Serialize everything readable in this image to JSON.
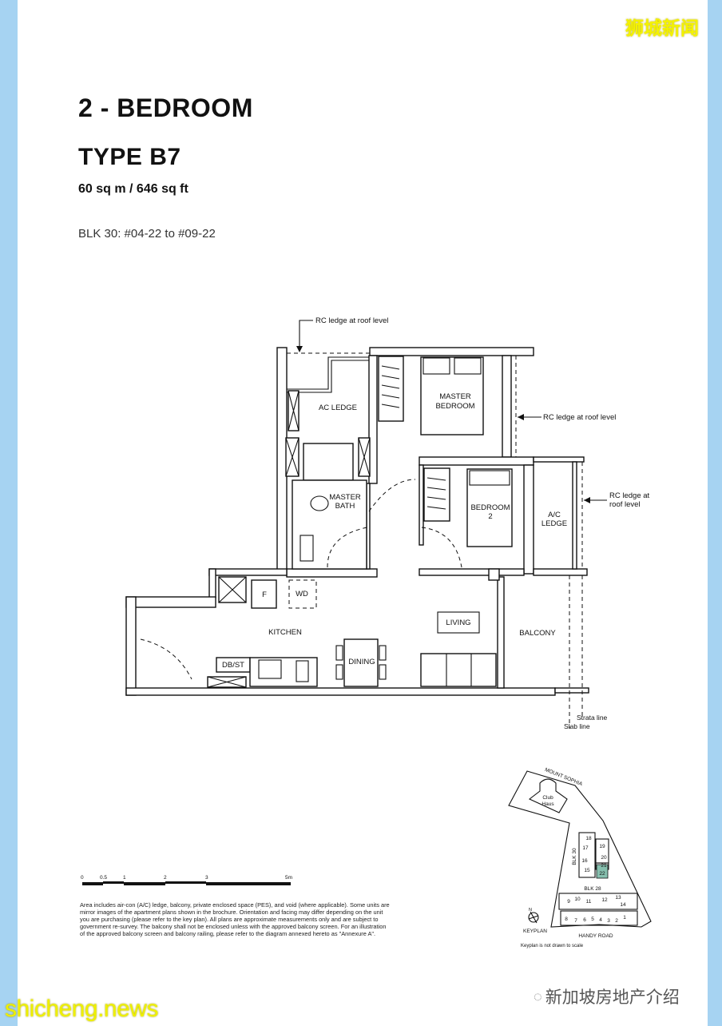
{
  "header": {
    "title": "2 - BEDROOM",
    "type": "TYPE B7",
    "area": "60 sq m / 646 sq ft",
    "units": "BLK 30: #04-22 to #09-22"
  },
  "floorplan": {
    "rooms": {
      "ac_ledge": "AC LEDGE",
      "master_bedroom_1": "MASTER",
      "master_bedroom_2": "BEDROOM",
      "master_bath_1": "MASTER",
      "master_bath_2": "BATH",
      "bedroom2_1": "BEDROOM",
      "bedroom2_2": "2",
      "ac_ledge2_1": "A/C",
      "ac_ledge2_2": "LEDGE",
      "kitchen": "KITCHEN",
      "living": "LIVING",
      "balcony": "BALCONY",
      "dining": "DINING",
      "dbst": "DB/ST",
      "fridge": "F",
      "washer": "WD"
    },
    "annotations": {
      "rc_top": "RC ledge at roof level",
      "rc_right1": "RC ledge at roof level",
      "rc_right2_1": "RC ledge at",
      "rc_right2_2": "roof level",
      "strata": "Strata line",
      "slab": "Slab line"
    }
  },
  "scale_bar": {
    "labels": [
      "0",
      "0.5",
      "1",
      "2",
      "3",
      "5m"
    ]
  },
  "disclaimer": "Area includes air-con (A/C) ledge, balcony, private enclosed space (PES), and void (where applicable). Some units are mirror images of the apartment plans shown in the brochure. Orientation and facing may differ depending on the unit you are purchasing (please refer to the key plan). All plans are approximate measurements only and are subject to government re-survey. The balcony shall not be enclosed unless with the approved balcony screen. For an illustration of the approved balcony screen and balcony railing, please refer to the diagram annexed hereto as \"Annexure A\".",
  "keyplan": {
    "road_top": "MOUNT SOPHIA",
    "road_bottom": "HANDY ROAD",
    "club_1": "Club",
    "club_2": "Haus",
    "blk30": "BLK 30",
    "blk28": "BLK 28",
    "title": "KEYPLAN",
    "north": "N",
    "note": "Keyplan is not drawn to scale",
    "highlighted_unit": "22",
    "highlight_color": "#86bfae",
    "units": [
      "1",
      "2",
      "3",
      "4",
      "5",
      "6",
      "7",
      "8",
      "9",
      "10",
      "11",
      "12",
      "13",
      "14",
      "15",
      "16",
      "17",
      "18",
      "19",
      "20",
      "21",
      "22"
    ]
  },
  "watermarks": {
    "top_right": "狮城新闻",
    "bottom_left": "shicheng.news",
    "bottom_right": "新加坡房地产介绍",
    "bottom_right_icon": "wechat-icon"
  },
  "colors": {
    "side_band": "#a6d3f2",
    "watermark_yellow": "#f4f200"
  }
}
